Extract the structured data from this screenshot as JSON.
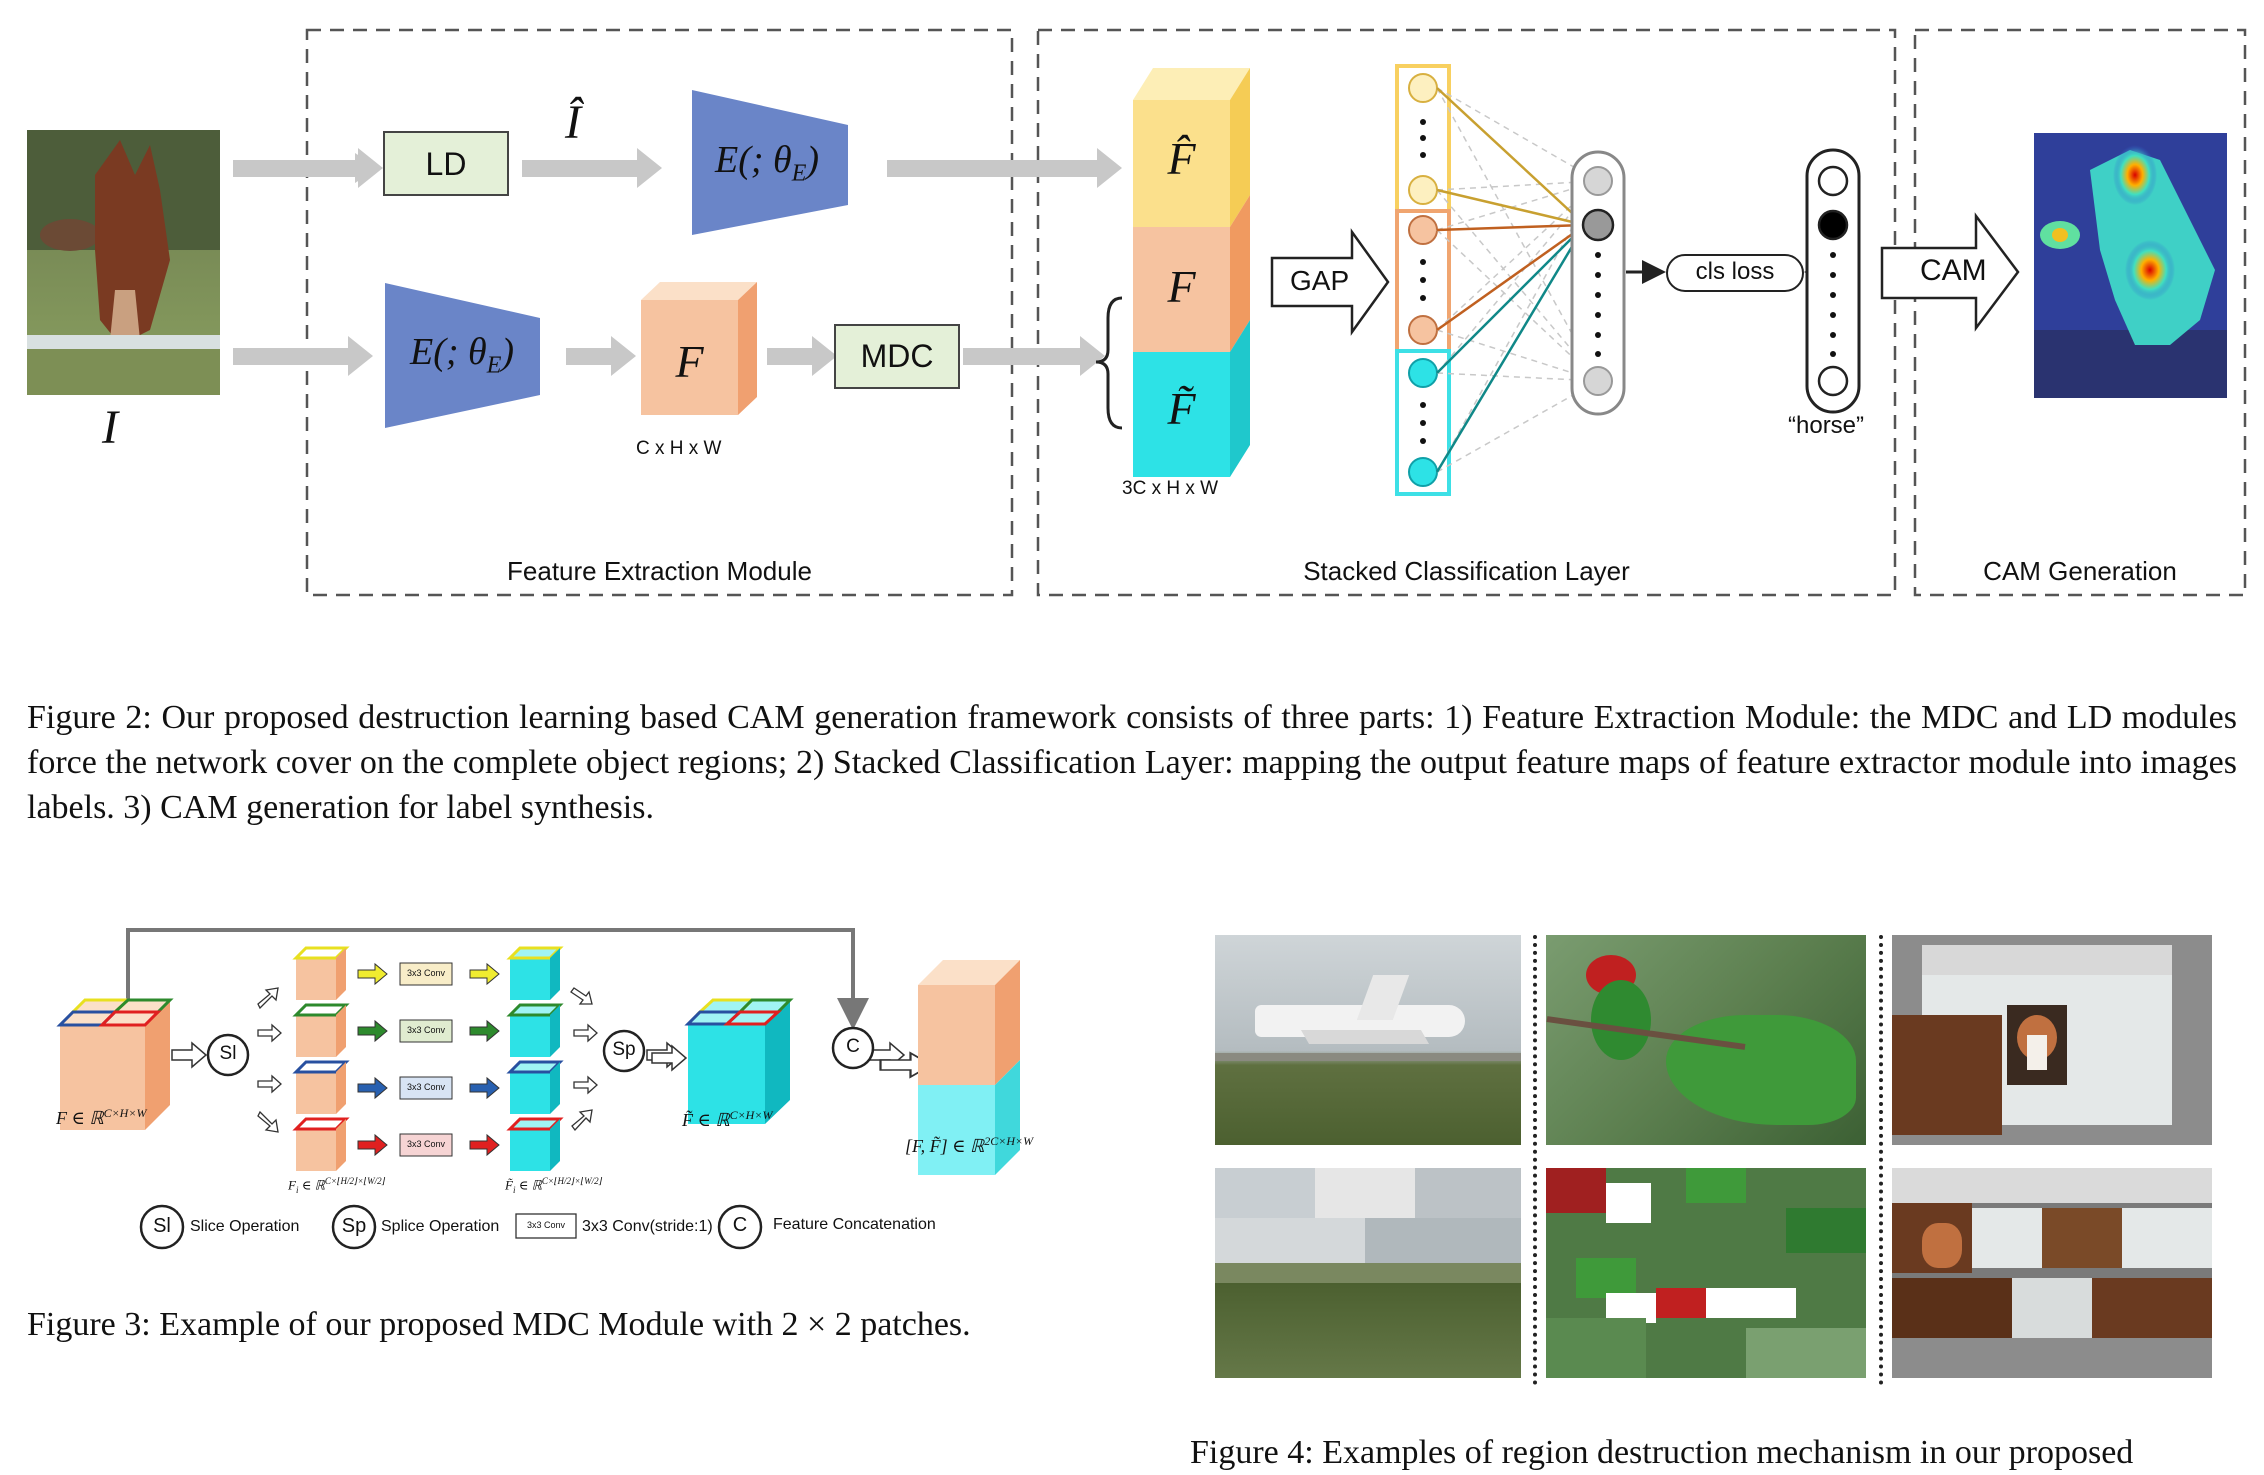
{
  "figure2": {
    "sections": {
      "feature_extraction": "Feature Extraction Module",
      "stacked_classification": "Stacked Classification Layer",
      "cam_generation": "CAM Generation"
    },
    "input_label": "I",
    "input_hat_label": "Î",
    "ld_label": "LD",
    "mdc_label": "MDC",
    "encoder_label": "E(; θ",
    "encoder_sub": "E",
    "feature_label": "F",
    "feature_hat_label": "F̂",
    "feature_tilde_label": "F̃",
    "feature_dims": "C x H x W",
    "stack_dims": "3C x H x W",
    "gap_label": "GAP",
    "cls_loss_label": "cls loss",
    "class_label": "“horse”",
    "cam_label": "CAM",
    "caption": "Figure 2: Our proposed destruction learning based CAM generation framework consists of three parts: 1) Feature Extraction Module: the MDC and LD modules force the network cover on the complete object regions; 2) Stacked Classification Layer: mapping the output feature maps of feature extractor module into images labels. 3) CAM generation for label synthesis."
  },
  "figure3": {
    "slice_symbol": "Sl",
    "splice_symbol": "Sp",
    "concat_symbol": "C",
    "conv_label": "3x3 Conv",
    "input_math": "F ∈ ℝ",
    "input_sup": "C×H×W",
    "fi_math": "F",
    "fi_sub": "i",
    "fi_rest": " ∈ ℝ",
    "fi_sup": "C×⌊H/2⌋×⌊W/2⌋",
    "ftilde_i_math": "F̃",
    "ftilde_i_sub": "i",
    "ftilde_math": "F̃ ∈ ℝ",
    "ftilde_sup": "C×H×W",
    "concat_math": "[F, F̃] ∈ ℝ",
    "concat_sup": "2C×H×W",
    "legend": {
      "slice": "Slice Operation",
      "splice": "Splice Operation",
      "conv": "3x3 Conv(stride:1)",
      "concat": "Feature Concatenation"
    },
    "caption": "Figure 3: Example of our proposed MDC Module with 2 × 2 patches."
  },
  "figure4": {
    "caption": "Figure 4: Examples of region destruction mechanism in our proposed"
  },
  "colors": {
    "arrow_gray": "#c8c8c8",
    "encoder_blue": "#6a85c8",
    "box_green": "#e4f0d8",
    "feature_peach": "#f6c3a0",
    "feature_yellow": "#fbe08c",
    "feature_cyan": "#2de2e6",
    "dashed_border": "#555555"
  }
}
